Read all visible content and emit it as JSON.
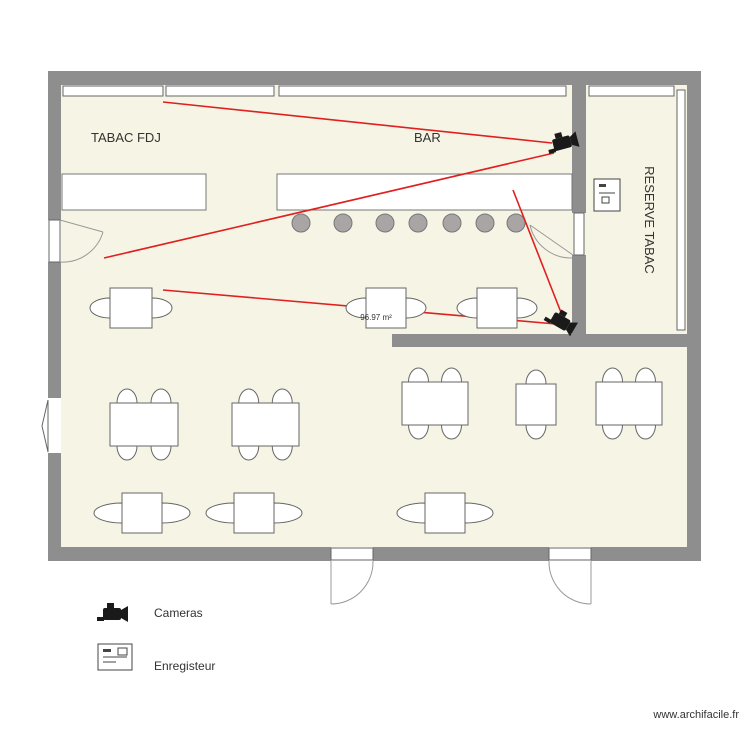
{
  "rooms": {
    "tabac": "TABAC FDJ",
    "bar": "BAR",
    "reserve": "RESERVE TABAC"
  },
  "area_label": "96.97 m²",
  "legend": {
    "cameras": "Cameras",
    "recorder": "Enregisteur"
  },
  "watermark": "www.archifacile.fr",
  "colors": {
    "floor": "#f6f5e5",
    "wall": "#8e8e8e",
    "camera_line": "#e02020",
    "stool": "#aaa5a5",
    "camera": "#1a1a1a"
  },
  "icons": {
    "camera": "camera-icon",
    "recorder": "recorder-icon"
  }
}
